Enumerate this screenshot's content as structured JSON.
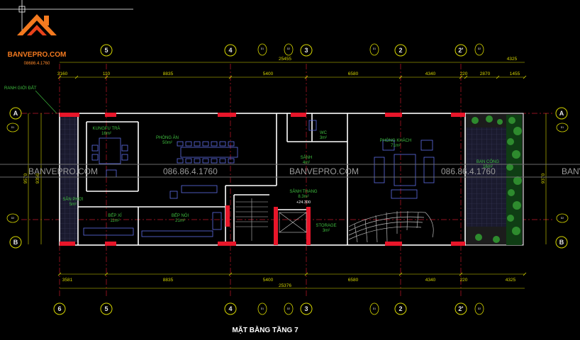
{
  "logo": {
    "brand": "BANVEPRO.COM",
    "phone": "08686.4.1760"
  },
  "watermark": {
    "brand": "BANVEPRO.COM",
    "phone": "086.86.4.1760"
  },
  "drawing_title": "MẶT BẰNG TẦNG 7",
  "grid_axes": {
    "top": [
      "5",
      "4",
      "3",
      "2",
      "2'"
    ],
    "bottom": [
      "6",
      "5",
      "4",
      "3",
      "2",
      "2'"
    ],
    "side": [
      "A",
      "B"
    ],
    "section_tags": [
      "D1",
      "D2"
    ]
  },
  "dimensions": {
    "top_total": "25455",
    "top_right_total": "4325",
    "top_segments": [
      "3160",
      "110",
      "8835",
      "5400",
      "6580",
      "4340",
      "220",
      "2870",
      "1455"
    ],
    "bottom_segments": [
      "3581",
      "8835",
      "5400",
      "6580",
      "4340",
      "220",
      "4325"
    ],
    "bottom_total": "25376",
    "left_vertical": [
      "9570",
      "9350"
    ],
    "right_vertical": "9370"
  },
  "labels": {
    "boundary": "RANH GIỚI ĐẤT",
    "elevation": "+24.300"
  },
  "rooms": [
    {
      "name": "KUNGFU TRÀ",
      "area": "16m²"
    },
    {
      "name": "PHÒNG ĂN",
      "area": "50m²"
    },
    {
      "name": "WC",
      "area": "3m²"
    },
    {
      "name": "SẢNH",
      "area": "4m²"
    },
    {
      "name": "PHÒNG KHÁCH",
      "area": "71m²"
    },
    {
      "name": "BAN CÔNG",
      "area": "16m²"
    },
    {
      "name": "SÂN PHƠI",
      "area": "5m²"
    },
    {
      "name": "BẾP XÍ",
      "area": "11m²"
    },
    {
      "name": "BẾP NÓI",
      "area": "21m²"
    },
    {
      "name": "SẢNH THANG",
      "area": "8.3m²"
    },
    {
      "name": "STORAGE",
      "area": "3m²"
    }
  ],
  "colors": {
    "background": "#000000",
    "wall": "#ffffff",
    "column": "#e8162a",
    "dimension": "#d7d700",
    "annotation": "#3fbf3f",
    "furniture": "#5f6ee8",
    "logo_orange": "#f47a1f"
  }
}
